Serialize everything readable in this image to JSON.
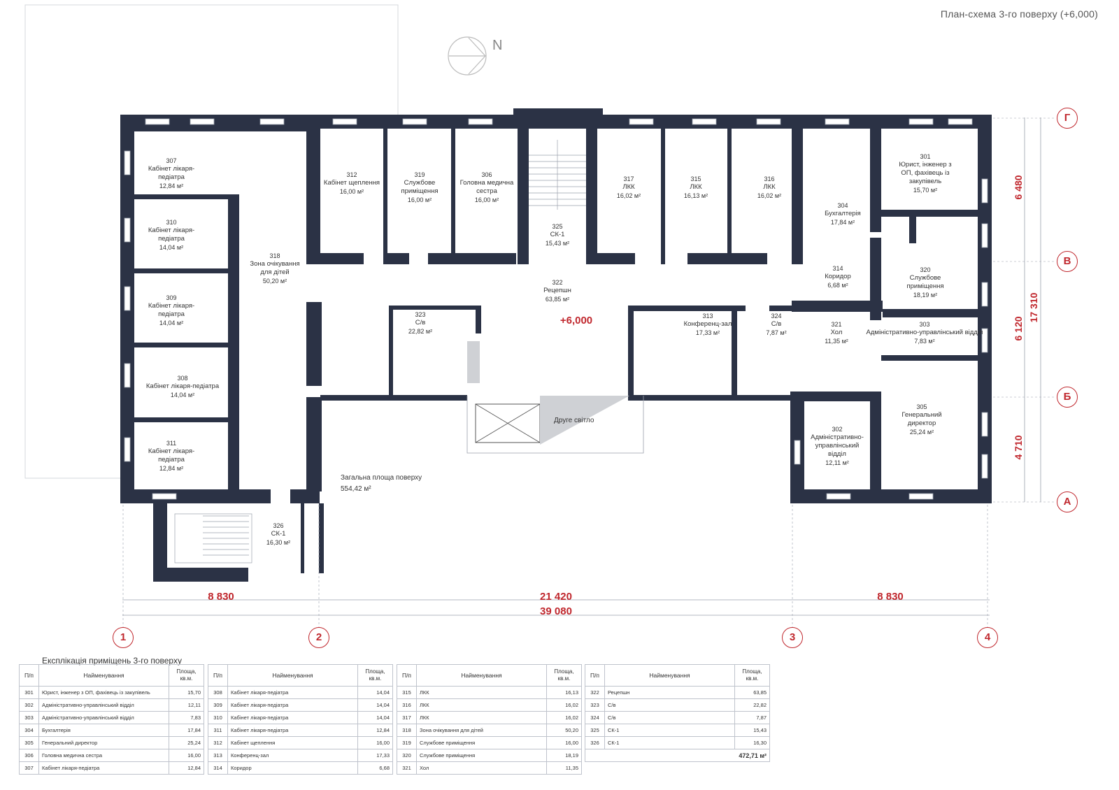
{
  "header": {
    "plan_title": "План-схема 3-го поверху (+6,000)",
    "north_label": "N"
  },
  "level_mark": "+6,000",
  "rooms": [
    {
      "num": "307",
      "lines": [
        "Кабінет лікаря-",
        "педіатра"
      ],
      "area": "12,84 м²"
    },
    {
      "num": "310",
      "lines": [
        "Кабінет лікаря-",
        "педіатра"
      ],
      "area": "14,04 м²"
    },
    {
      "num": "309",
      "lines": [
        "Кабінет лікаря-",
        "педіатра"
      ],
      "area": "14,04 м²"
    },
    {
      "num": "308",
      "lines": [
        "Кабінет лікаря-педіатра"
      ],
      "area": "14,04 м²"
    },
    {
      "num": "311",
      "lines": [
        "Кабінет лікаря-",
        "педіатра"
      ],
      "area": "12,84 м²"
    },
    {
      "num": "318",
      "lines": [
        "Зона очікування",
        "для дітей"
      ],
      "area": "50,20 м²"
    },
    {
      "num": "312",
      "lines": [
        "Кабінет щеплення"
      ],
      "area": "16,00 м²"
    },
    {
      "num": "319",
      "lines": [
        "Службове",
        "приміщення"
      ],
      "area": "16,00 м²"
    },
    {
      "num": "306",
      "lines": [
        "Головна медична",
        "сестра"
      ],
      "area": "16,00 м²"
    },
    {
      "num": "325",
      "lines": [
        "СК-1"
      ],
      "area": "15,43 м²"
    },
    {
      "num": "317",
      "lines": [
        "ЛКК"
      ],
      "area": "16,02 м²"
    },
    {
      "num": "315",
      "lines": [
        "ЛКК"
      ],
      "area": "16,13 м²"
    },
    {
      "num": "316",
      "lines": [
        "ЛКК"
      ],
      "area": "16,02 м²"
    },
    {
      "num": "304",
      "lines": [
        "Бухгалтерія"
      ],
      "area": "17,84 м²"
    },
    {
      "num": "301",
      "lines": [
        "Юрист, інженер з",
        "ОП, фахівець із",
        "закупівель"
      ],
      "area": "15,70 м²"
    },
    {
      "num": "322",
      "lines": [
        "Рецепшн"
      ],
      "area": "63,85 м²"
    },
    {
      "num": "323",
      "lines": [
        "С/в"
      ],
      "area": "22,82 м²"
    },
    {
      "num": "313",
      "lines": [
        "Конференц-зал"
      ],
      "area": "17,33 м²"
    },
    {
      "num": "324",
      "lines": [
        "С/в"
      ],
      "area": "7,87 м²"
    },
    {
      "num": "314",
      "lines": [
        "Коридор"
      ],
      "area": "6,68 м²"
    },
    {
      "num": "320",
      "lines": [
        "Службове",
        "приміщення"
      ],
      "area": "18,19 м²"
    },
    {
      "num": "321",
      "lines": [
        "Хол"
      ],
      "area": "11,35 м²"
    },
    {
      "num": "303",
      "lines": [
        "Адміністративно-управлінський відділ"
      ],
      "area": "7,83 м²"
    },
    {
      "num": "302",
      "lines": [
        "Адміністративно-",
        "управлінський",
        "відділ"
      ],
      "area": "12,11 м²"
    },
    {
      "num": "305",
      "lines": [
        "Генеральний",
        "директор"
      ],
      "area": "25,24 м²"
    },
    {
      "num": "326",
      "lines": [
        "СК-1"
      ],
      "area": "16,30 м²"
    }
  ],
  "misc": {
    "second_light": "Друге світло",
    "floor_total_label": "Загальна площа поверху",
    "floor_total_value": "554,42 м²"
  },
  "dimensions": {
    "bottom": [
      "8 830",
      "21 420",
      "8 830"
    ],
    "overall_bottom": "39 080",
    "right": [
      "6 480",
      "6 120",
      "4 710"
    ],
    "overall_right": "17 310"
  },
  "axes": {
    "columns": [
      "1",
      "2",
      "3",
      "4"
    ],
    "rows": [
      "Г",
      "В",
      "Б",
      "А"
    ]
  },
  "explication": {
    "title": "Експлікація приміщень 3-го поверху",
    "headers": {
      "num": "П/п",
      "name": "Найменування",
      "area": "Площа, кв.м."
    },
    "tables": [
      [
        [
          "301",
          "Юрист, інженер з ОП, фахівець із закупівель",
          "15,70"
        ],
        [
          "302",
          "Адміністративно-управлінський відділ",
          "12,11"
        ],
        [
          "303",
          "Адміністративно-управлінський відділ",
          "7,83"
        ],
        [
          "304",
          "Бухгалтерія",
          "17,84"
        ],
        [
          "305",
          "Генеральний директор",
          "25,24"
        ],
        [
          "306",
          "Головна медична сестра",
          "16,00"
        ],
        [
          "307",
          "Кабінет лікаря-педіатра",
          "12,84"
        ]
      ],
      [
        [
          "308",
          "Кабінет лікаря-педіатра",
          "14,04"
        ],
        [
          "309",
          "Кабінет лікаря-педіатра",
          "14,04"
        ],
        [
          "310",
          "Кабінет лікаря-педіатра",
          "14,04"
        ],
        [
          "311",
          "Кабінет лікаря-педіатра",
          "12,84"
        ],
        [
          "312",
          "Кабінет щеплення",
          "16,00"
        ],
        [
          "313",
          "Конференц-зал",
          "17,33"
        ],
        [
          "314",
          "Коридор",
          "6,68"
        ]
      ],
      [
        [
          "315",
          "ЛКК",
          "16,13"
        ],
        [
          "316",
          "ЛКК",
          "16,02"
        ],
        [
          "317",
          "ЛКК",
          "16,02"
        ],
        [
          "318",
          "Зона очікування для дітей",
          "50,20"
        ],
        [
          "319",
          "Службове приміщення",
          "16,00"
        ],
        [
          "320",
          "Службове приміщення",
          "18,19"
        ],
        [
          "321",
          "Хол",
          "11,35"
        ]
      ],
      [
        [
          "322",
          "Рецепшн",
          "63,85"
        ],
        [
          "323",
          "С/в",
          "22,82"
        ],
        [
          "324",
          "С/в",
          "7,87"
        ],
        [
          "325",
          "СК-1",
          "15,43"
        ],
        [
          "326",
          "СК-1",
          "16,30"
        ]
      ]
    ],
    "total": "472,71 м²"
  },
  "colors": {
    "wall": "#2b3245",
    "accent": "#c0272d",
    "line": "#9aa0ab"
  }
}
